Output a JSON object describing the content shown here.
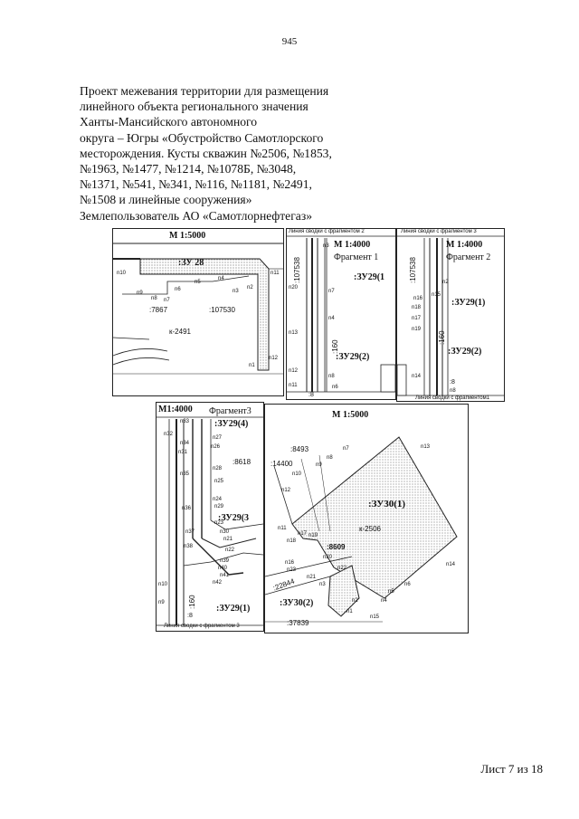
{
  "page_number": "945",
  "title_lines": [
    "Проект межевания территории для размещения",
    "линейного объекта регионального значения",
    "Ханты-Мансийского автономного",
    "округа – Югры «Обустройство Самотлорского",
    "месторождения. Кусты скважин №2506, №1853,",
    "№1963, №1477, №1214, №1078Б, №3048,",
    "№1371, №541, №341, №116, №1181, №2491,",
    "№1508 и линейные сооружения»",
    "Землепользователь АО «Самотлорнефтегаз»"
  ],
  "sheet_label": "Лист 7 из 18",
  "panel1": {
    "scale": "М 1:5000",
    "parcel": ":ЗУ 28",
    "cadastral_a": ":7867",
    "cadastral_b": ":107530",
    "well_pad": "к-2491",
    "points": [
      "n10",
      "n9",
      "n8",
      "n7",
      "n6",
      "n5",
      "n4",
      "n3",
      "n2",
      "n11",
      "n1",
      "n12"
    ]
  },
  "panel2": {
    "top_caption": "Линия сводки с фрагментом 2",
    "scale": "М 1:4000",
    "fragment": "Фрагмент 1",
    "parcel_a": ":ЗУ29(1",
    "parcel_b": ":ЗУ29(2)",
    "cadastral": ":107538",
    "cadastral_b": ":160",
    "cadastral_c": ":8",
    "points": [
      "n3",
      "n20",
      "n7",
      "n4",
      "n13",
      "n12",
      "n8",
      "n11",
      "n6"
    ]
  },
  "panel3": {
    "top_caption": "Линия сводки с фрагментом 3",
    "scale": "М 1:4000",
    "fragment": "Фрагмент 2",
    "parcel_a": ":ЗУ29(1)",
    "parcel_b": ":ЗУ29(2)",
    "cadastral": ":107538",
    "cadastral_b": ":160",
    "cadastral_c": ":8",
    "bottom_caption": "Линия сводки с фрагментом1",
    "points": [
      "n2",
      "n16",
      "n18",
      "n17",
      "n19",
      "n15",
      "n14",
      "n8"
    ]
  },
  "panel4": {
    "scale": "М1:4000",
    "fragment": "Фрагмент3",
    "parcel_a": ":ЗУ29(4)",
    "parcel_b": ":ЗУ29(3",
    "parcel_c": ":ЗУ29(1)",
    "cadastral_a": ":8618",
    "cadastral_b": ":160",
    "cadastral_c": ":8",
    "bottom_caption": "Линия сводки с фрагментом 3",
    "points": [
      "n33",
      "n32",
      "n34",
      "n31",
      "n35",
      "n36",
      "n37",
      "n38",
      "n10",
      "n9",
      "n27",
      "n26",
      "n28",
      "n25",
      "n24",
      "n29",
      "n23",
      "n30",
      "n21",
      "n22",
      "n39",
      "n40",
      "n41",
      "n42"
    ]
  },
  "panel5": {
    "scale": "М 1:5000",
    "parcel_a": ":ЗУ30(1)",
    "parcel_b": ":ЗУ30(2)",
    "well_pad": "к-2506",
    "cadastral_a": ":8493",
    "cadastral_b": ":14400",
    "cadastral_c": ":8609",
    "cadastral_d": ":22844",
    "cadastral_e": ":37839",
    "points": [
      "n7",
      "n8",
      "n9",
      "n10",
      "n12",
      "n11",
      "n17",
      "n18",
      "n19",
      "n16",
      "n20",
      "n21",
      "n22",
      "n3",
      "n4",
      "n5",
      "n6",
      "n13",
      "n14",
      "n15",
      "n1",
      "n2",
      "n23"
    ]
  }
}
